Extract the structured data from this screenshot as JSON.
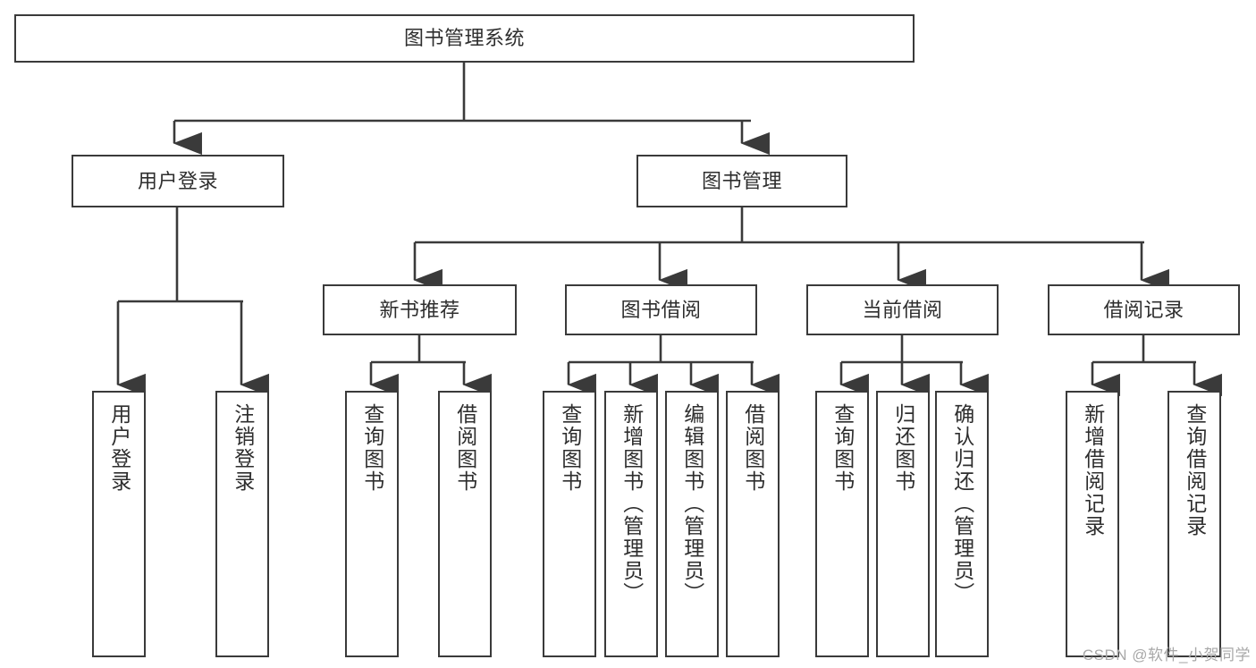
{
  "diagram": {
    "type": "hierarchy-tree",
    "title": "图书管理系统",
    "background_color": "#ffffff",
    "box_border_color": "#3a3a3a",
    "text_color": "#2e2e2e",
    "connector_color": "#3a3a3a"
  },
  "root": {
    "label": "图书管理系统"
  },
  "level2": [
    {
      "label": "用户登录"
    },
    {
      "label": "图书管理"
    }
  ],
  "level3": [
    {
      "label": "新书推荐"
    },
    {
      "label": "图书借阅"
    },
    {
      "label": "当前借阅"
    },
    {
      "label": "借阅记录"
    }
  ],
  "leaves": {
    "user_login": [
      {
        "label": "用户登录"
      },
      {
        "label": "注销登录"
      }
    ],
    "new_book": [
      {
        "label": "查询图书"
      },
      {
        "label": "借阅图书"
      }
    ],
    "book_borrow": [
      {
        "label": "查询图书"
      },
      {
        "label": "新增图书（管理员）"
      },
      {
        "label": "编辑图书（管理员）"
      },
      {
        "label": "借阅图书"
      }
    ],
    "current_borrow": [
      {
        "label": "查询图书"
      },
      {
        "label": "归还图书"
      },
      {
        "label": "确认归还（管理员）"
      }
    ],
    "borrow_record": [
      {
        "label": "新增借阅记录"
      },
      {
        "label": "查询借阅记录"
      }
    ]
  },
  "watermark": {
    "text": "CSDN @软件_小贺同学"
  }
}
